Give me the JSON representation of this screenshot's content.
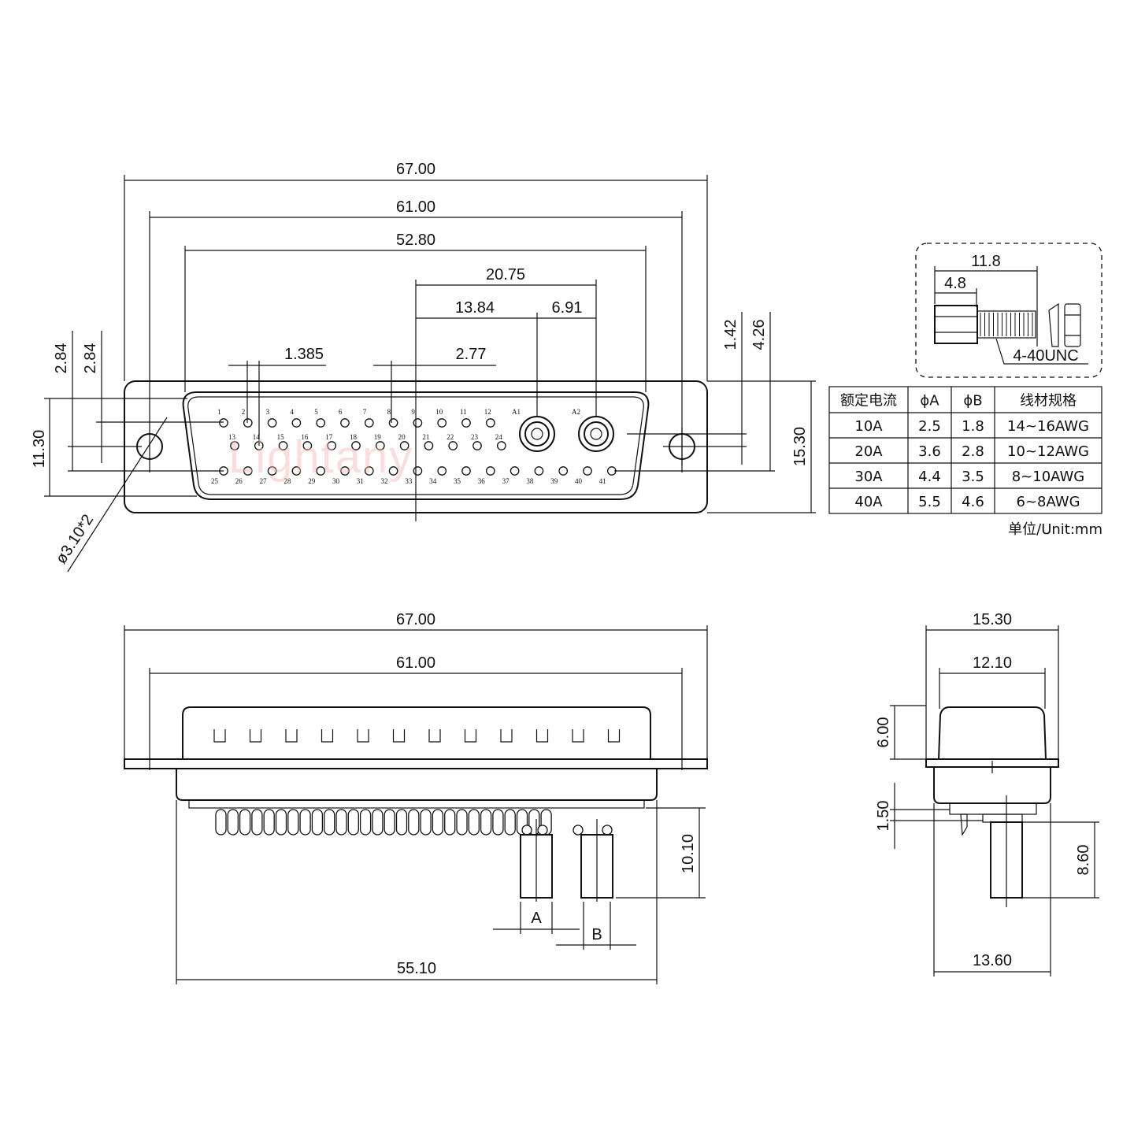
{
  "watermark": "Lightany",
  "front_view": {
    "dims": {
      "overall_width": "67.00",
      "mount_hole_spacing": "61.00",
      "shell_width": "52.80",
      "to_a2": "20.75",
      "to_a1": "13.84",
      "a1_to_a2": "6.91",
      "pitch_small": "1.385",
      "pitch_row": "2.77",
      "height_overall": "15.30",
      "height_shell": "11.30",
      "row_offset_1": "2.84",
      "row_offset_2": "2.84",
      "offset_a": "1.42",
      "offset_b": "4.26",
      "mount_hole": "ø3.10*2"
    },
    "pin_labels": {
      "row1": [
        "1",
        "2",
        "3",
        "4",
        "5",
        "6",
        "7",
        "8",
        "9",
        "10",
        "11",
        "12"
      ],
      "row2": [
        "13",
        "14",
        "15",
        "16",
        "17",
        "18",
        "19",
        "20",
        "21",
        "22",
        "23",
        "24"
      ],
      "row3": [
        "25",
        "26",
        "27",
        "28",
        "29",
        "30",
        "31",
        "32",
        "33",
        "34",
        "35",
        "36",
        "37",
        "38",
        "39",
        "40",
        "41"
      ],
      "power": [
        "A1",
        "A2"
      ]
    }
  },
  "screw_detail": {
    "length": "11.8",
    "head": "4.8",
    "thread": "4-40UNC"
  },
  "table": {
    "headers": [
      "额定电流",
      "ϕA",
      "ϕB",
      "线材规格"
    ],
    "rows": [
      [
        "10A",
        "2.5",
        "1.8",
        "14~16AWG"
      ],
      [
        "20A",
        "3.6",
        "2.8",
        "10~12AWG"
      ],
      [
        "30A",
        "4.4",
        "3.5",
        "8~10AWG"
      ],
      [
        "40A",
        "5.5",
        "4.6",
        "6~8AWG"
      ]
    ],
    "unit": "单位/Unit:mm"
  },
  "bottom_view": {
    "overall_width": "67.00",
    "mount_hole_spacing": "61.00",
    "body_width": "55.10",
    "pin_length": "10.10",
    "label_a": "A",
    "label_b": "B"
  },
  "side_view": {
    "overall_height": "15.30",
    "shell_height": "12.10",
    "shell_depth": "6.00",
    "flange": "1.50",
    "pin_length": "8.60",
    "body_depth": "13.60"
  }
}
